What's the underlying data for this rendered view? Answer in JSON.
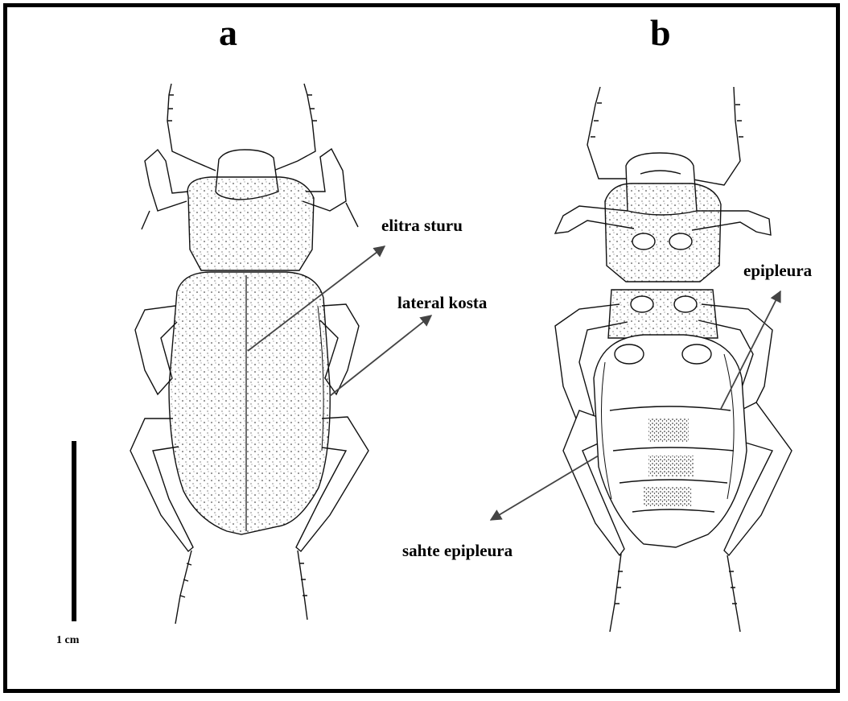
{
  "panels": {
    "a": "a",
    "b": "b"
  },
  "labels": {
    "elytral_suture": "elitra sturu",
    "lateral_costa": "lateral kosta",
    "epipleura": "epipleura",
    "false_epipleura": "sahte epipleura"
  },
  "scale_bar": {
    "label": "1 cm"
  },
  "colors": {
    "ink": "#000000",
    "leader_line": "#444444",
    "background": "#ffffff"
  }
}
